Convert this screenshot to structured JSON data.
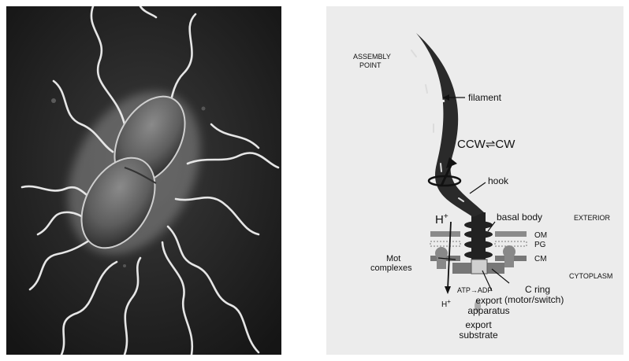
{
  "panels": {
    "photo": {
      "icon": "bacterium-micrograph"
    },
    "diagram": {
      "background": "#ececec",
      "labels": {
        "assembly_line1": "ASSEMBLY",
        "assembly_line2": "POINT",
        "filament": "filament",
        "rotation": "CCW⇌CW",
        "hook": "hook",
        "basal_body": "basal body",
        "exterior": "EXTERIOR",
        "proton": "H",
        "proton_sup": "+",
        "om": "OM",
        "pg": "PG",
        "cm": "CM",
        "mot_line1": "Mot",
        "mot_line2": "complexes",
        "cytoplasm": "CYTOPLASM",
        "atp": "ATP→ADP",
        "proton_out": "H",
        "proton_out_sup": "+",
        "c_ring_line1": "C ring",
        "c_ring_line2": "(motor/switch)",
        "export_app_line1": "export",
        "export_app_line2": "apparatus",
        "export_sub_line1": "export",
        "export_sub_line2": "substrate"
      }
    }
  }
}
